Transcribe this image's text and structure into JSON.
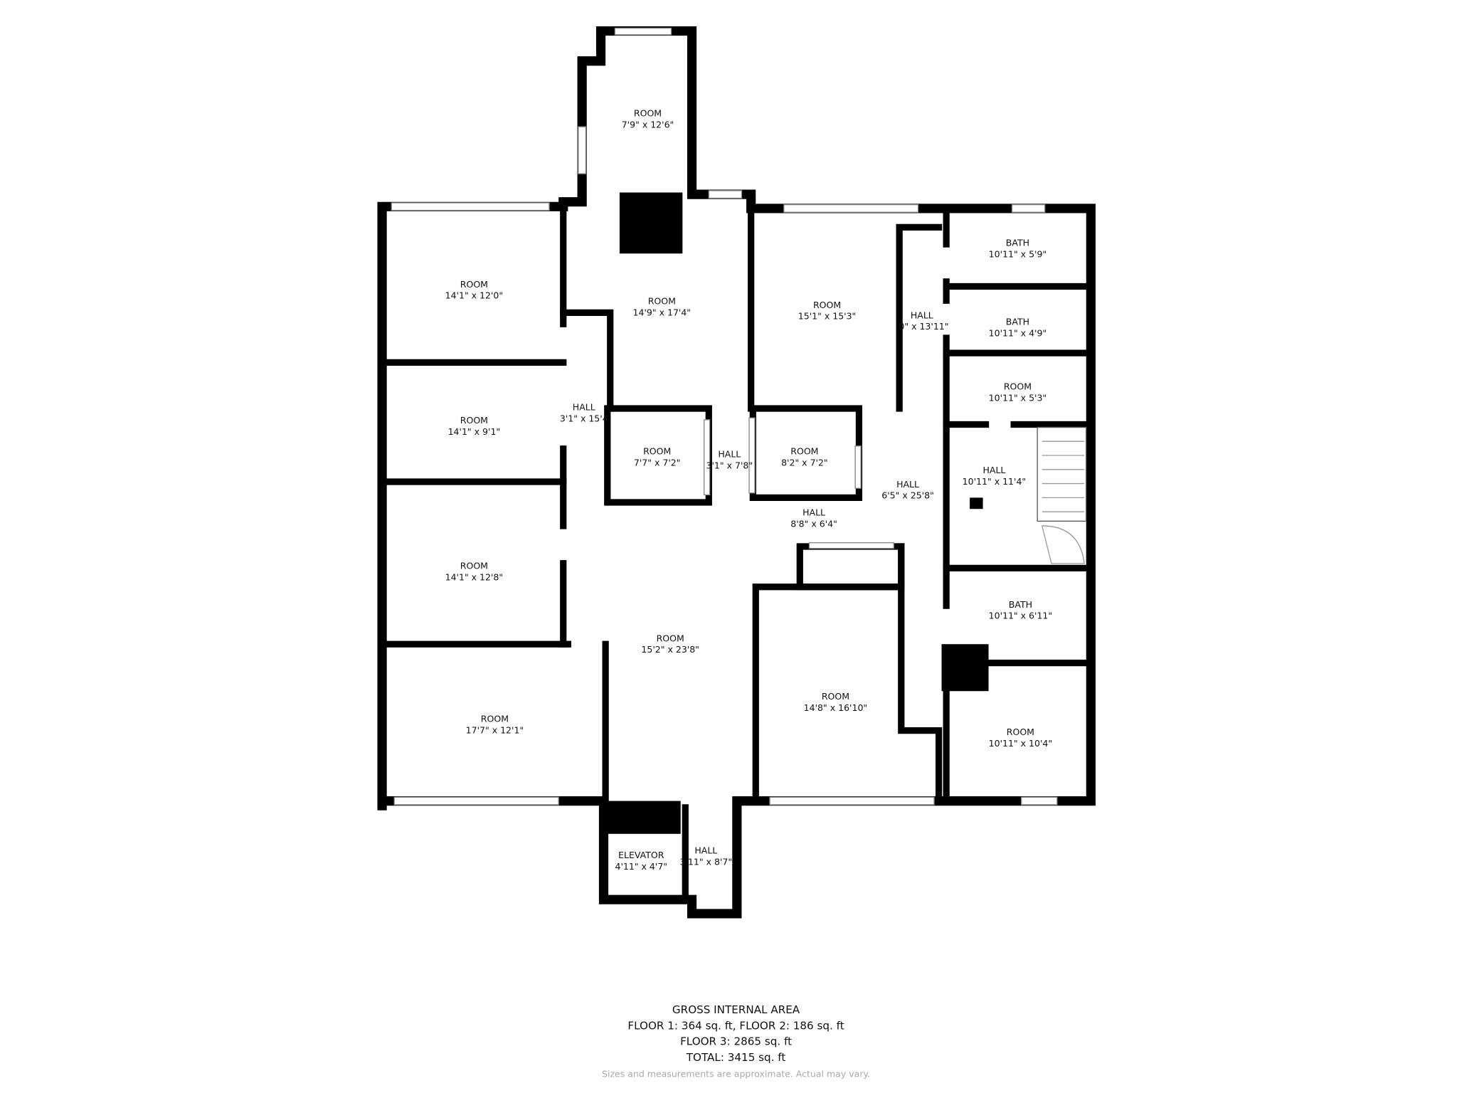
{
  "floorplan": {
    "rooms": [
      {
        "name": "ROOM",
        "size": "7'9\" x 12'6\""
      },
      {
        "name": "ROOM",
        "size": "14'1\" x 12'0\""
      },
      {
        "name": "ROOM",
        "size": "14'9\" x 17'4\""
      },
      {
        "name": "ROOM",
        "size": "15'1\" x 15'3\""
      },
      {
        "name": "HALL",
        "size": "0\" x 13'11\""
      },
      {
        "name": "BATH",
        "size": "10'11\" x 5'9\""
      },
      {
        "name": "BATH",
        "size": "10'11\" x 4'9\""
      },
      {
        "name": "ROOM",
        "size": "10'11\" x 5'3\""
      },
      {
        "name": "HALL",
        "size": "3'1\" x 15'4"
      },
      {
        "name": "ROOM",
        "size": "14'1\" x 9'1\""
      },
      {
        "name": "ROOM",
        "size": "7'7\" x 7'2\""
      },
      {
        "name": "HALL",
        "size": "3'1\" x 7'8\""
      },
      {
        "name": "ROOM",
        "size": "8'2\" x 7'2\""
      },
      {
        "name": "HALL",
        "size": "6'5\" x 25'8\""
      },
      {
        "name": "HALL",
        "size": "10'11\" x 11'4\""
      },
      {
        "name": "HALL",
        "size": "8'8\" x 6'4\""
      },
      {
        "name": "ROOM",
        "size": "14'1\" x 12'8\""
      },
      {
        "name": "BATH",
        "size": "10'11\" x 6'11\""
      },
      {
        "name": "ROOM",
        "size": "15'2\" x 23'8\""
      },
      {
        "name": "ROOM",
        "size": "14'8\" x 16'10\""
      },
      {
        "name": "ROOM",
        "size": "17'7\" x 12'1\""
      },
      {
        "name": "ROOM",
        "size": "10'11\" x 10'4\""
      },
      {
        "name": "ELEVATOR",
        "size": "4'11\" x 4'7\""
      },
      {
        "name": "HALL",
        "size": "3'11\" x 8'7\""
      }
    ],
    "wall_color": "#000000"
  },
  "footer": {
    "title": "GROSS INTERNAL AREA",
    "line1": "FLOOR 1: 364 sq. ft, FLOOR 2: 186 sq. ft",
    "line2": "FLOOR 3: 2865 sq. ft",
    "line3": "TOTAL: 3415 sq. ft",
    "disclaimer": "Sizes and measurements are approximate. Actual may vary."
  }
}
